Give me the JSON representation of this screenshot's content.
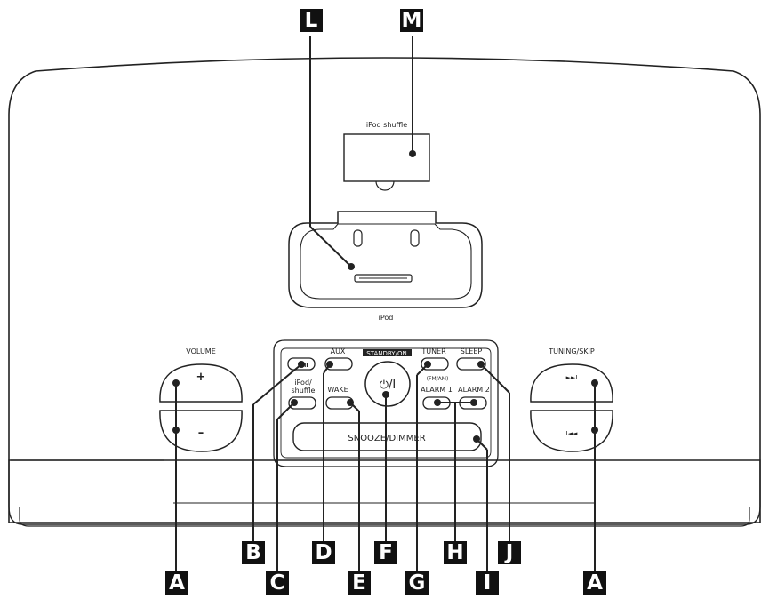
{
  "labels": {
    "L": "L",
    "M": "M",
    "A_left": "A",
    "B": "B",
    "C": "C",
    "D": "D",
    "E": "E",
    "F": "F",
    "G": "G",
    "H": "H",
    "I": "I",
    "J": "J",
    "A_right": "A"
  },
  "text": {
    "ipod_shuffle": "iPod shuffle",
    "ipod": "iPod",
    "volume": "VOLUME",
    "volume_plus": "+",
    "volume_minus": "–",
    "tuning_skip": "TUNING/SKIP",
    "skip_next": "►►I",
    "skip_prev": "I◄◄",
    "aux": "AUX",
    "standby_on": "STANDBY/ON",
    "tuner": "TUNER",
    "sleep": "SLEEP",
    "play_pause": "►/II",
    "ipod_shuffle_btn_line1": "iPod/",
    "ipod_shuffle_btn_line2": "shuffle",
    "wake": "WAKE",
    "power_symbol": "⏻/I",
    "fm_am": "(FM/AM)",
    "alarm1": "ALARM 1",
    "alarm2": "ALARM 2",
    "snooze_dimmer": "SNOOZE/DIMMER"
  }
}
